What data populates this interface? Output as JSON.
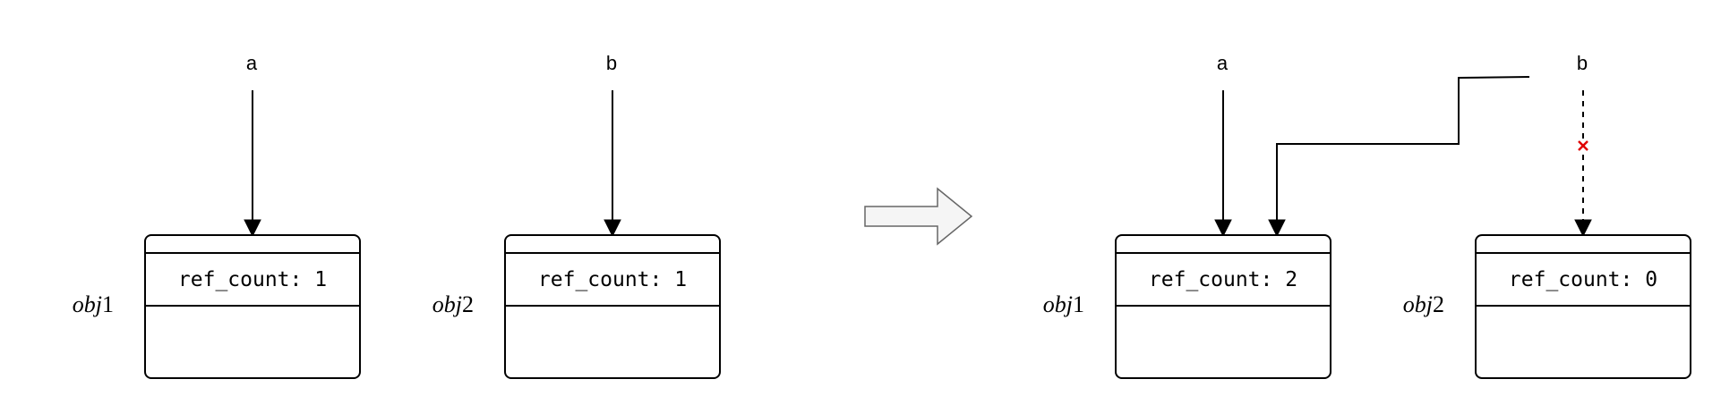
{
  "before": {
    "variables": [
      {
        "name": "a"
      },
      {
        "name": "b"
      }
    ],
    "objects": [
      {
        "italic": "obj",
        "number": "1",
        "field": "ref_count: 1"
      },
      {
        "italic": "obj",
        "number": "2",
        "field": "ref_count: 1"
      }
    ]
  },
  "after": {
    "variables": [
      {
        "name": "a"
      },
      {
        "name": "b"
      }
    ],
    "objects": [
      {
        "italic": "obj",
        "number": "1",
        "field": "ref_count: 2"
      },
      {
        "italic": "obj",
        "number": "2",
        "field": "ref_count: 0"
      }
    ]
  },
  "colors": {
    "cross": "#e00000",
    "transition_arrow_fill": "#f5f5f5",
    "transition_arrow_stroke": "#666666"
  },
  "icons": {
    "removed_reference": "cross-icon",
    "transition": "right-arrow-icon"
  }
}
